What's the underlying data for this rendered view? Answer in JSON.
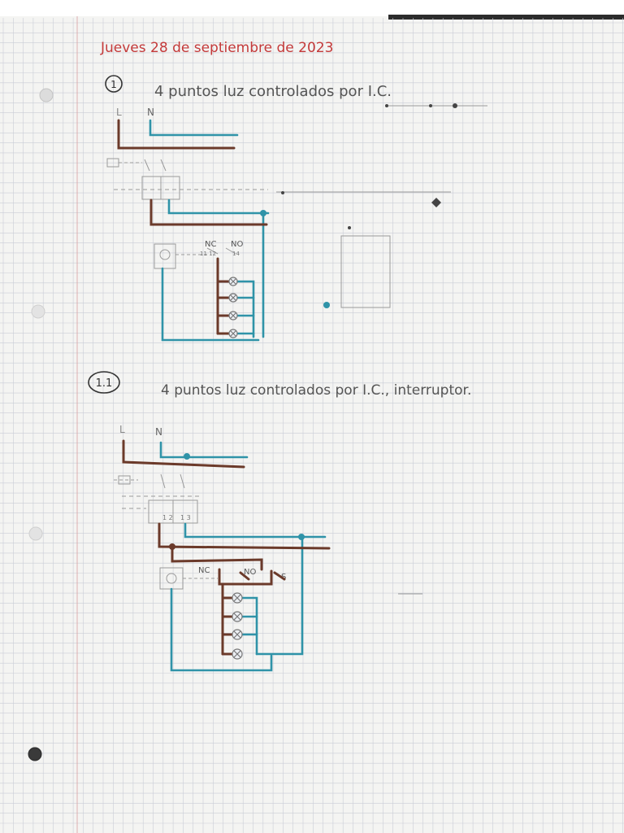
{
  "page": {
    "date": "Jueves 28 de septiembre de 2023"
  },
  "exercise1": {
    "number": "1",
    "title": "4 puntos luz controlados por I.C.",
    "labels": {
      "line": "L",
      "neutral": "N",
      "contact_nc": "NC",
      "contact_no": "NO",
      "pin_nc": "11 12",
      "pin_no": "14"
    }
  },
  "exercise2": {
    "number": "1.1",
    "title": "4 puntos luz controlados por I.C., interruptor.",
    "labels": {
      "line": "L",
      "neutral": "N",
      "breaker_left": "1 2",
      "breaker_right": "1 3",
      "contact_nc": "NC",
      "contact_no": "NO",
      "switch": "S"
    }
  },
  "colors": {
    "phase_wire": "#6b3a2a",
    "neutral_wire": "#2f93a8",
    "date_text": "#c43a3a",
    "pencil": "#8a8a8a",
    "ink": "#3a3a3a",
    "grid": "#c9ccd6",
    "paper": "#f4f4f2"
  }
}
